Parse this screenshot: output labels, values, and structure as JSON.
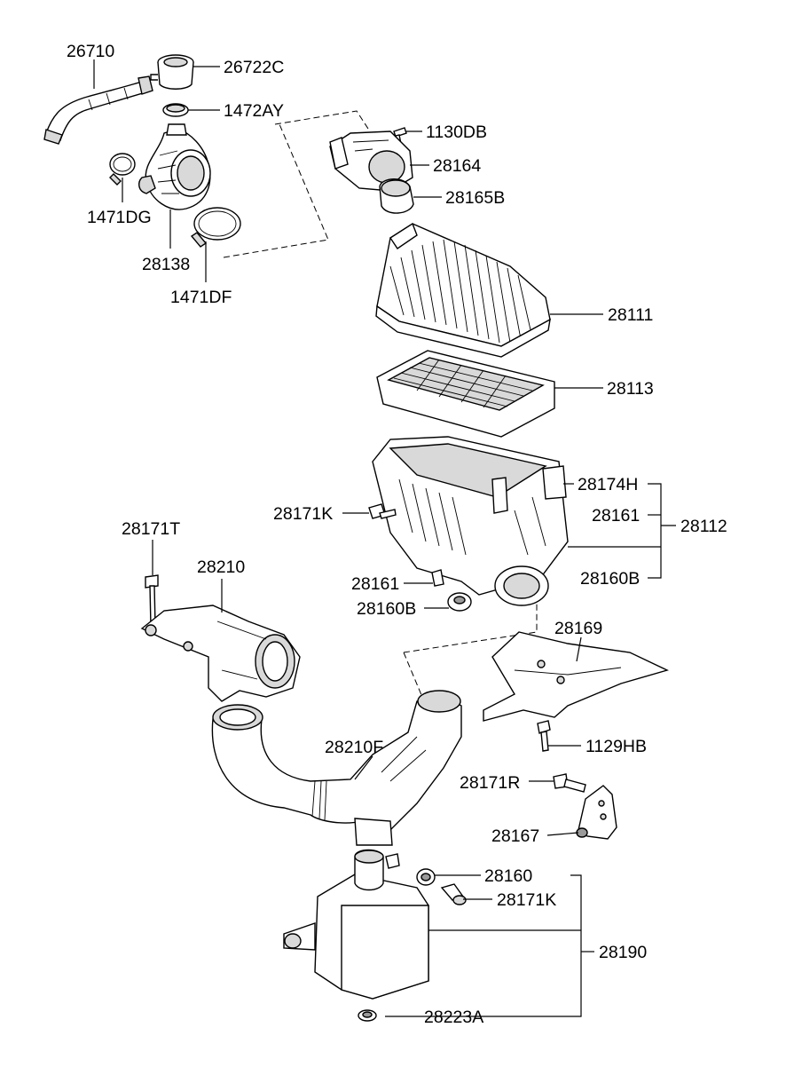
{
  "labels": {
    "p26710": "26710",
    "p26722C": "26722C",
    "p1472AY": "1472AY",
    "p1471DG": "1471DG",
    "p28138": "28138",
    "p1471DF": "1471DF",
    "p1130DB": "1130DB",
    "p28164": "28164",
    "p28165B": "28165B",
    "p28111": "28111",
    "p28113": "28113",
    "p28174H": "28174H",
    "p28171K_top": "28171K",
    "p28161_right": "28161",
    "p28112": "28112",
    "p28160B_right": "28160B",
    "p28161_left": "28161",
    "p28160B_left": "28160B",
    "p28171T": "28171T",
    "p28210": "28210",
    "p28169": "28169",
    "p1129HB": "1129HB",
    "p28210F": "28210F",
    "p28171R": "28171R",
    "p28167": "28167",
    "p28160": "28160",
    "p28171K_bottom": "28171K",
    "p28190": "28190",
    "p28223A": "28223A"
  }
}
